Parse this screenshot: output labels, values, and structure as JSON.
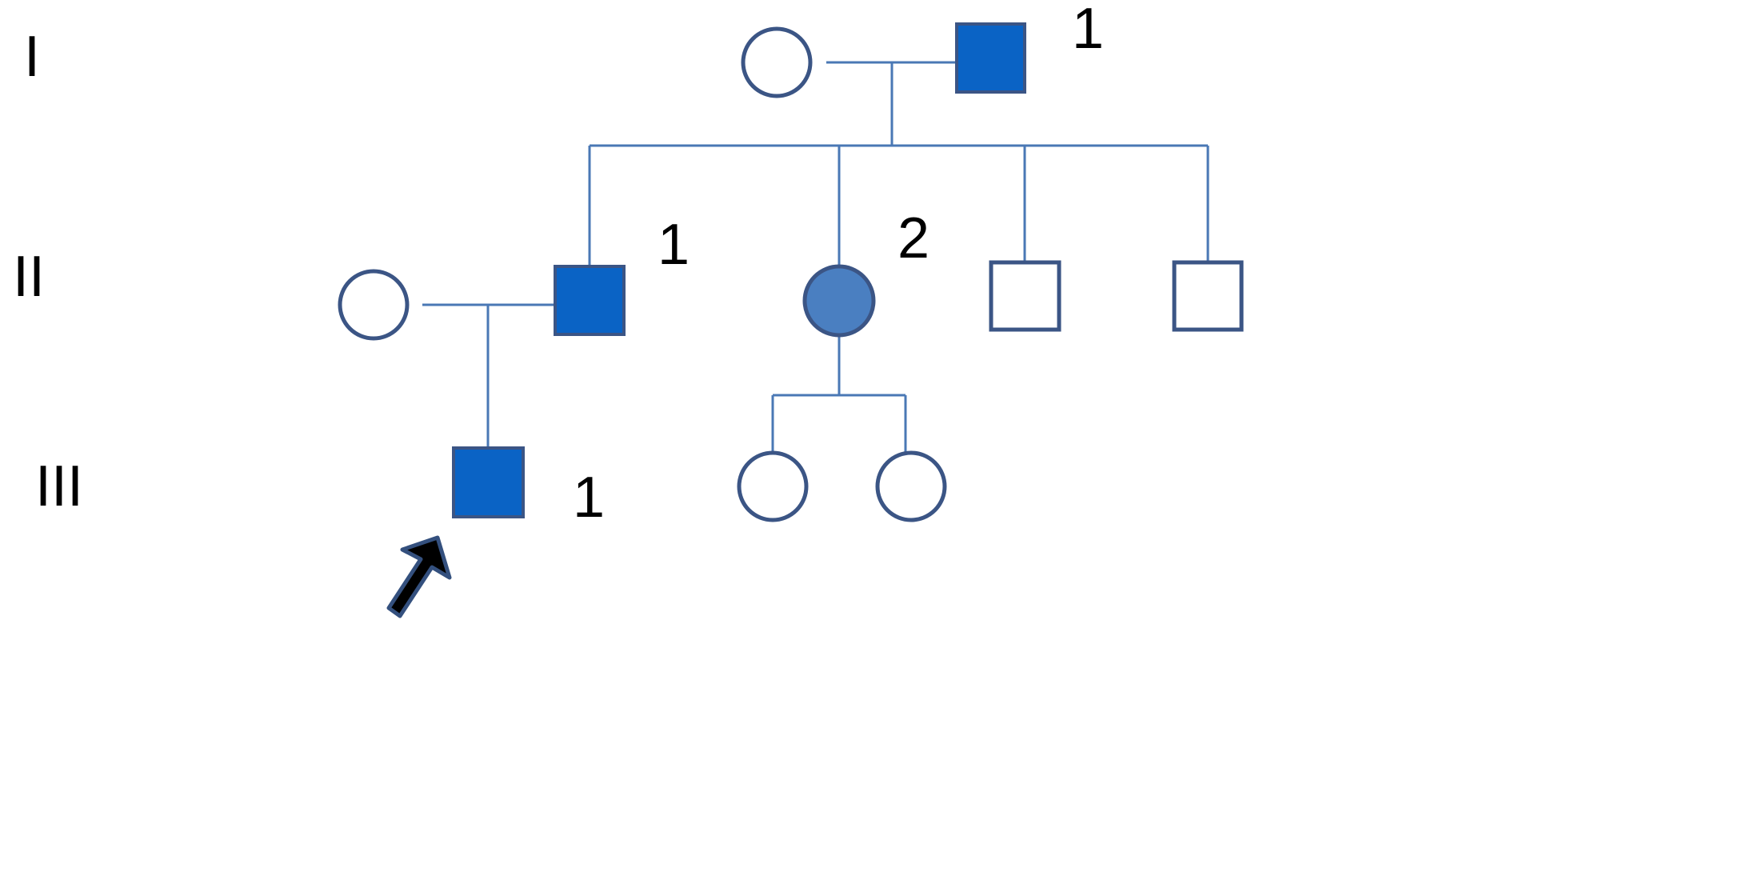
{
  "colors": {
    "line": "#4a78b5",
    "outline": "#3b5585",
    "affected_fill": "#0a63c5",
    "affected_female_fill": "#4a7fc1",
    "unaffected_fill": "#ffffff",
    "arrow_fill": "#000000",
    "arrow_outline": "#34507e"
  },
  "generations": {
    "g1": "I",
    "g2": "II",
    "g3": "III"
  },
  "labels": {
    "g1_male": "1",
    "g2_male": "1",
    "g2_female": "2",
    "g3_proband": "1"
  },
  "pedigree": {
    "individuals": [
      {
        "id": "I-female",
        "generation": "I",
        "sex": "female",
        "affected": false
      },
      {
        "id": "I-1",
        "generation": "I",
        "sex": "male",
        "affected": true
      },
      {
        "id": "II-spouse",
        "generation": "II",
        "sex": "female",
        "affected": false
      },
      {
        "id": "II-1",
        "generation": "II",
        "sex": "male",
        "affected": true
      },
      {
        "id": "II-2",
        "generation": "II",
        "sex": "female",
        "affected": true
      },
      {
        "id": "II-3",
        "generation": "II",
        "sex": "male",
        "affected": false
      },
      {
        "id": "II-4",
        "generation": "II",
        "sex": "male",
        "affected": false
      },
      {
        "id": "III-1",
        "generation": "III",
        "sex": "male",
        "affected": true,
        "proband": true
      },
      {
        "id": "III-2",
        "generation": "III",
        "sex": "female",
        "affected": false
      },
      {
        "id": "III-3",
        "generation": "III",
        "sex": "female",
        "affected": false
      }
    ]
  }
}
